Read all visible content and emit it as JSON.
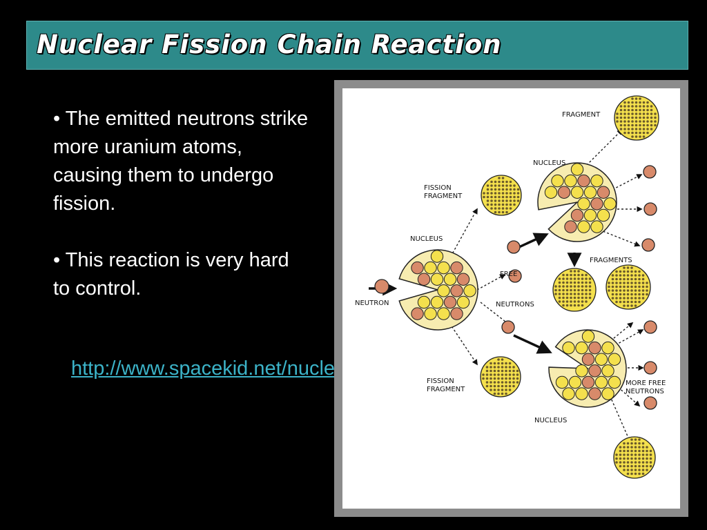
{
  "slide": {
    "title": "Nuclear Fission Chain  Reaction",
    "bullets": [
      "• The emitted neutrons strike more uranium atoms, causing them to undergo fission.",
      "• This reaction is very hard to control."
    ],
    "link": "http://www.spacekid.net/nuclear/fission.html"
  },
  "figure": {
    "labels": {
      "fragment": "FRAGMENT",
      "nucleus_top": "NUCLEUS",
      "fission_fragment_1": "FISSION",
      "fission_fragment_1b": "FRAGMENT",
      "nucleus_left": "NUCLEUS",
      "fragments": "FRAGMENTS",
      "free": "FREE",
      "neutrons": "NEUTRONS",
      "neutron": "NEUTRON",
      "fission_fragment_2": "FISSION",
      "fission_fragment_2b": "FRAGMENT",
      "more_free": "MORE FREE",
      "more_free_neutrons": "NEUTRONS",
      "nucleus_bottom": "NUCLEUS"
    },
    "colors": {
      "proton": "#f4e04d",
      "neutron": "#d88a6a",
      "outline": "#222222"
    }
  }
}
